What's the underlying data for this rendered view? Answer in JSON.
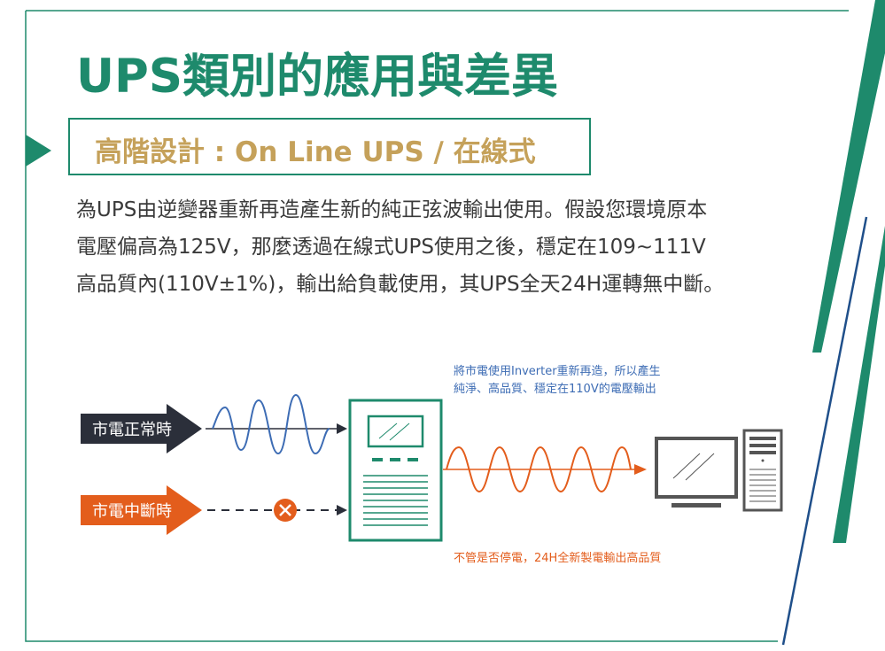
{
  "title": "UPS類別的應用與差異",
  "subtitle": "高階設計 : On Line UPS / 在線式",
  "description": [
    "為UPS由逆變器重新再造產生新的純正弦波輸出使用。假設您環境原本",
    "電壓偏高為125V，那麼透過在線式UPS使用之後，穩定在109~111V",
    "高品質內(110V±1%)，輸出給負載使用，其UPS全天24H運轉無中斷。"
  ],
  "diagram": {
    "normal_power_label": "市電正常時",
    "outage_label": "市電中斷時",
    "inverter_note": [
      "將市電使用Inverter重新再造，所以產生",
      "純淨、高品質、穩定在110V的電壓輸出"
    ],
    "outage_note": "不管是否停電，24H全新製電輸出高品質"
  },
  "colors": {
    "brand_green": "#1e8a6c",
    "gold": "#c5a15a",
    "blue": "#3d6cb4",
    "orange": "#e35d1c",
    "dark_navy": "#2b2f3a",
    "gray": "#555555"
  }
}
